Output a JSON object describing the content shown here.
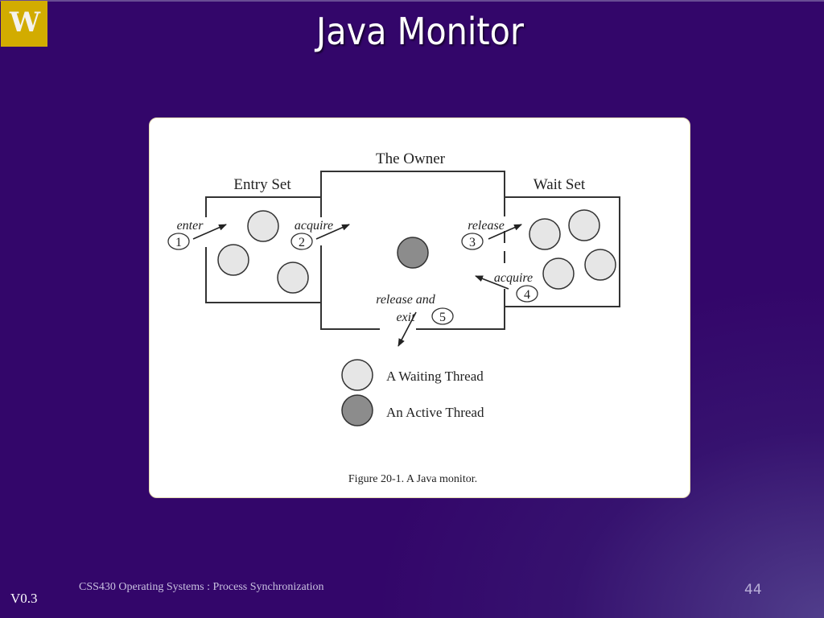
{
  "slide": {
    "title": "Java Monitor",
    "logo_letter": "W",
    "footer": {
      "course": "CSS430 Operating Systems : Process Synchronization",
      "version": "V0.3",
      "page_number": "44"
    },
    "colors": {
      "background": "#33066a",
      "logo_gold": "#d2ac00",
      "waiting_thread": "#e6e6e6",
      "active_thread": "#8c8c8c"
    }
  },
  "diagram": {
    "regions": {
      "entry_set": "Entry Set",
      "owner": "The Owner",
      "wait_set": "Wait Set"
    },
    "transitions": [
      {
        "number": "1",
        "label": "enter"
      },
      {
        "number": "2",
        "label": "acquire"
      },
      {
        "number": "3",
        "label": "release"
      },
      {
        "number": "4",
        "label": "acquire"
      },
      {
        "number": "5",
        "label_line1": "release and",
        "label_line2": "exit"
      }
    ],
    "thread_counts": {
      "entry_set_waiting": 3,
      "owner_active": 1,
      "wait_set_waiting": 4
    },
    "legend": [
      {
        "label": "A Waiting Thread",
        "kind": "waiting"
      },
      {
        "label": "An Active Thread",
        "kind": "active"
      }
    ],
    "caption": "Figure 20-1. A Java monitor."
  }
}
